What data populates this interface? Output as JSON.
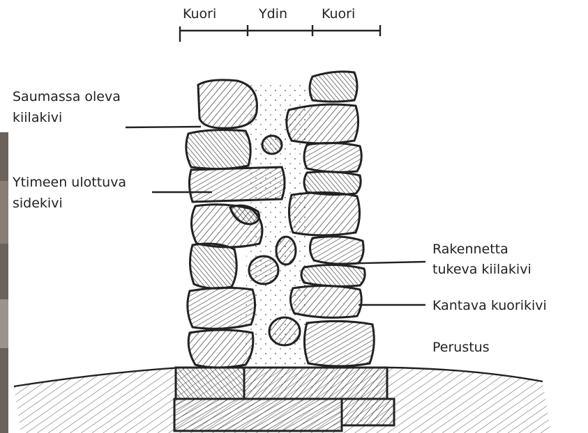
{
  "header": {
    "left_shell": "Kuori",
    "core": "Ydin",
    "right_shell": "Kuori"
  },
  "labels": {
    "joint_wedge": [
      "Saumassa oleva",
      "kiilakivi"
    ],
    "tie_stone": [
      "Ytimeen ulottuva",
      "sidekivi"
    ],
    "support_wedge": [
      "Rakennetta",
      "tukeva kiilakivi"
    ],
    "bearing_stone": "Kantava kuorikivi",
    "foundation": "Perustus"
  },
  "colors": {
    "ink": "#222222",
    "hatch": "#333333",
    "core_fill": "#f4f4f2",
    "photo_edge": "#6b625c"
  }
}
